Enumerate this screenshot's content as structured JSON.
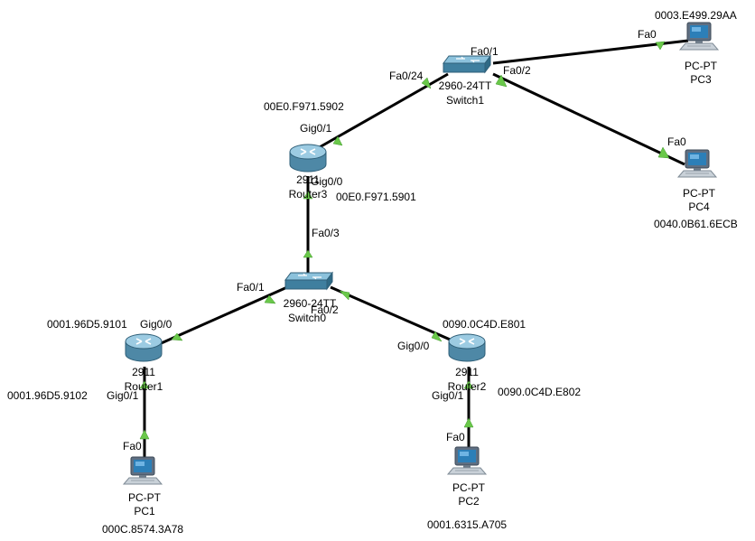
{
  "colors": {
    "link": "#000000",
    "port_indicator": "#6ac84a",
    "background": "#ffffff"
  },
  "devices": {
    "pc3": {
      "model": "PC-PT",
      "name": "PC3",
      "mac": "0003.E499.29AA",
      "icon": "pc-icon"
    },
    "pc4": {
      "model": "PC-PT",
      "name": "PC4",
      "mac": "0040.0B61.6ECB",
      "icon": "pc-icon"
    },
    "switch1": {
      "model": "2960-24TT",
      "name": "Switch1",
      "icon": "switch-icon"
    },
    "router3": {
      "model": "2911",
      "name": "Router3",
      "mac_gig0_1": "00E0.F971.5902",
      "mac_gig0_0": "00E0.F971.5901",
      "icon": "router-icon"
    },
    "switch0": {
      "model": "2960-24TT",
      "name": "Switch0",
      "icon": "switch-icon"
    },
    "router1": {
      "model": "2911",
      "name": "Router1",
      "mac_gig0_0": "0001.96D5.9101",
      "mac_gig0_1": "0001.96D5.9102",
      "icon": "router-icon"
    },
    "router2": {
      "model": "2911",
      "name": "Router2",
      "mac_gig0_0": "0090.0C4D.E801",
      "mac_gig0_1": "0090.0C4D.E802",
      "icon": "router-icon"
    },
    "pc1": {
      "model": "PC-PT",
      "name": "PC1",
      "mac": "000C.8574.3A78",
      "icon": "pc-icon"
    },
    "pc2": {
      "model": "PC-PT",
      "name": "PC2",
      "mac": "0001.6315.A705",
      "icon": "pc-icon"
    }
  },
  "ports": {
    "sw1_fa0_1": "Fa0/1",
    "sw1_fa0_2": "Fa0/2",
    "sw1_fa0_24": "Fa0/24",
    "pc3_fa0": "Fa0",
    "pc4_fa0": "Fa0",
    "r3_gig0_1": "Gig0/1",
    "r3_gig0_0": "Gig0/0",
    "sw0_fa0_3": "Fa0/3",
    "sw0_fa0_1": "Fa0/1",
    "sw0_fa0_2": "Fa0/2",
    "r1_gig0_0": "Gig0/0",
    "r1_gig0_1": "Gig0/1",
    "r2_gig0_0": "Gig0/0",
    "r2_gig0_1": "Gig0/1",
    "pc1_fa0": "Fa0",
    "pc2_fa0": "Fa0"
  }
}
